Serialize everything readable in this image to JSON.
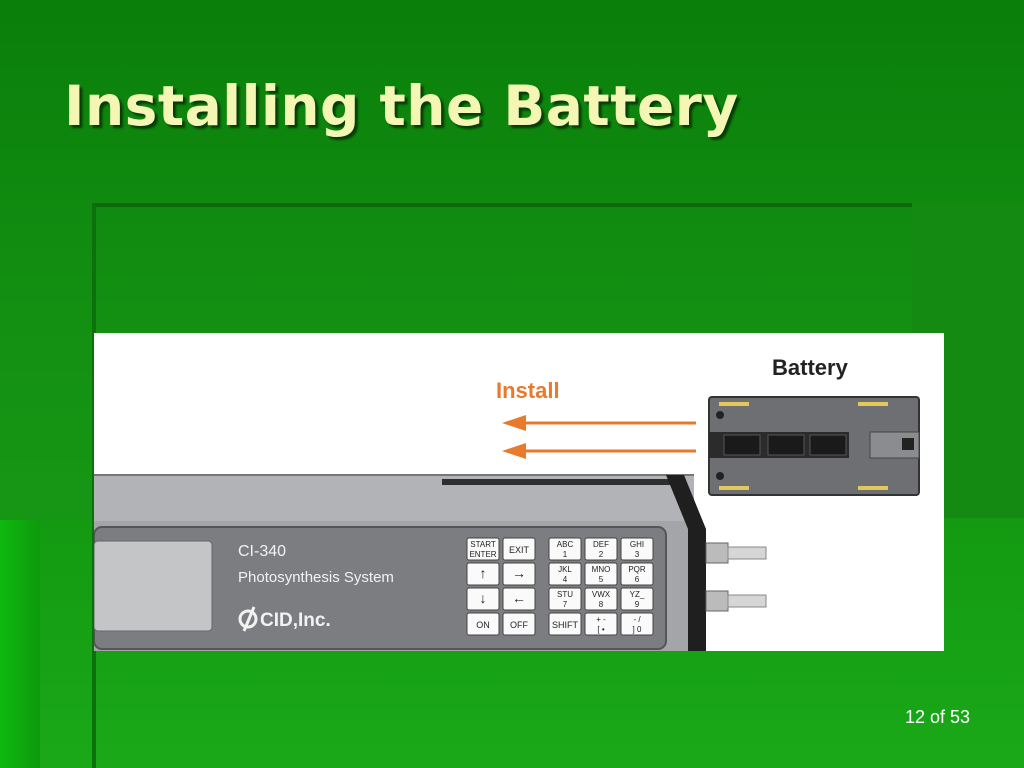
{
  "slide": {
    "title": "Installing the Battery",
    "page_number": "12 of 53"
  },
  "figure": {
    "install_label": "Install",
    "battery_label": "Battery",
    "device_model": "CI-340",
    "device_name": "Photosynthesis System",
    "brand": "CID,Inc.",
    "keys": [
      [
        "START ENTER",
        "EXIT",
        "ABC 1",
        "DEF 2",
        "GHI 3"
      ],
      [
        "↑",
        "→",
        "JKL 4",
        "MNO 5",
        "PQR 6"
      ],
      [
        "↓",
        "←",
        "STU 7",
        "VWX 8",
        "YZ_ 9"
      ],
      [
        "ON",
        "OFF",
        "SHIFT",
        "+ - [ •",
        "- / ] 0"
      ]
    ]
  },
  "colors": {
    "background": "#138f12",
    "title_text": "#f4f6b4",
    "arrow": "#e87a2c"
  }
}
